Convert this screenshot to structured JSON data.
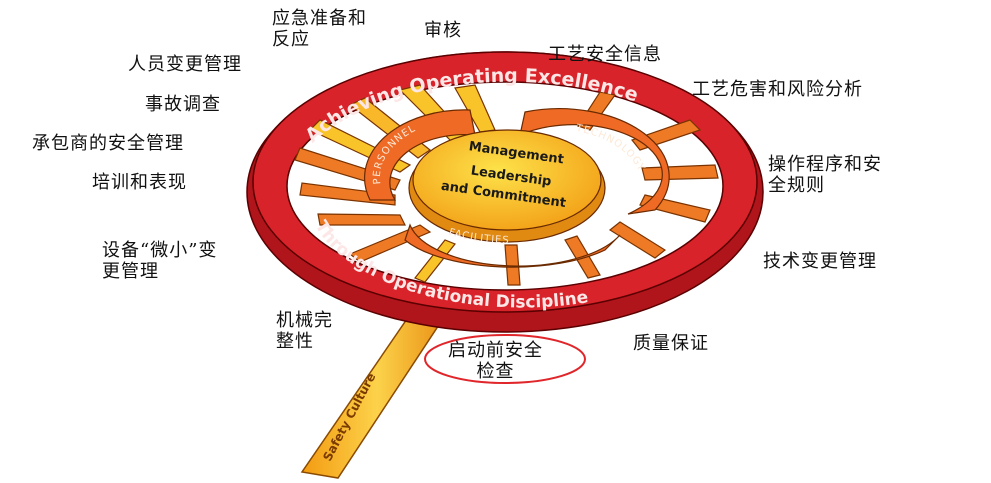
{
  "wheel": {
    "rim_top": "Achieving Operating Excellence",
    "rim_bottom": "Through Operational Discipline",
    "ring_personnel": "PERSONNEL",
    "ring_technology": "TECHNOLOGY",
    "ring_facilities": "FACILITIES",
    "hub_line1": "Management",
    "hub_line2": "Leadership",
    "hub_line3": "and Commitment",
    "handle": "Safety Culture"
  },
  "labels": {
    "emergency": [
      "应急准备和",
      "反应"
    ],
    "audit": "审核",
    "process_safety_info": "工艺安全信息",
    "personnel_moc": "人员变更管理",
    "pha": "工艺危害和风险分析",
    "incident_investigation": "事故调查",
    "contractor_safety": "承包商的安全管理",
    "operating_procedures": [
      "操作程序和安",
      "全规则"
    ],
    "training": "培训和表现",
    "subtle_change": [
      "设备“微小”变",
      "更管理"
    ],
    "technology_moc": "技术变更管理",
    "mechanical_integrity": [
      "机械完",
      "整性"
    ],
    "quality_assurance": "质量保证",
    "pssr": [
      "启动前安全",
      "检查"
    ]
  },
  "colors": {
    "rim": "#d8232a",
    "ring": "#ef6a25",
    "hub": "#f7b416",
    "spoke": "#f6a623",
    "highlight": "#e0262b"
  }
}
